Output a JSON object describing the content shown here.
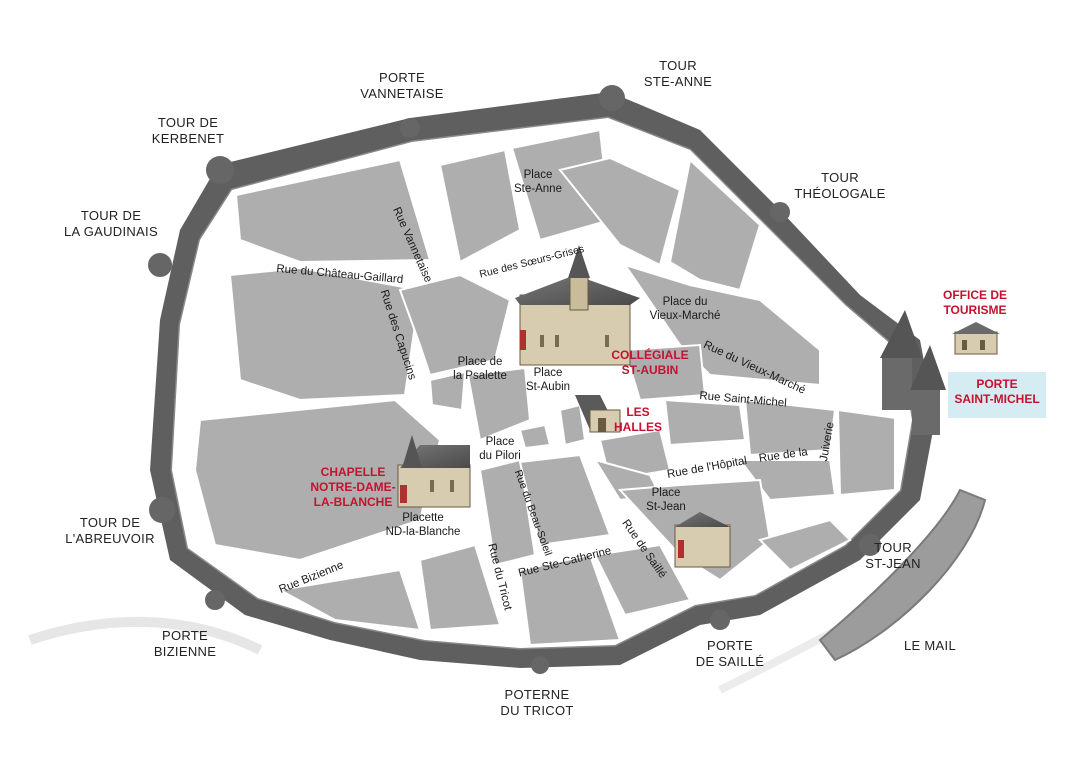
{
  "towers": {
    "porte_vannetaise": [
      "PORTE",
      "VANNETAISE"
    ],
    "tour_ste_anne": [
      "TOUR",
      "STE-ANNE"
    ],
    "tour_kerbenet": [
      "TOUR DE",
      "KERBENET"
    ],
    "tour_theologale": [
      "TOUR",
      "THÉOLOGALE"
    ],
    "tour_gaudinais": [
      "TOUR DE",
      "LA GAUDINAIS"
    ],
    "tour_abreuvoir": [
      "TOUR DE",
      "L'ABREUVOIR"
    ],
    "tour_st_jean": [
      "TOUR",
      "ST-JEAN"
    ],
    "porte_bizienne": [
      "PORTE",
      "BIZIENNE"
    ],
    "porte_saille": [
      "PORTE",
      "DE SAILLÉ"
    ],
    "poterne_tricot": [
      "POTERNE",
      "DU TRICOT"
    ],
    "le_mail": "LE MAIL"
  },
  "pois": {
    "office_tourisme": [
      "OFFICE DE",
      "TOURISME"
    ],
    "porte_saint_michel": [
      "PORTE",
      "SAINT-MICHEL"
    ],
    "collegiale": [
      "COLLÉGIALE",
      "ST-AUBIN"
    ],
    "halles": [
      "LES",
      "HALLES"
    ],
    "chapelle": [
      "CHAPELLE",
      "NOTRE-DAME-",
      "LA-BLANCHE"
    ]
  },
  "places": {
    "ste_anne": [
      "Place",
      "Ste-Anne"
    ],
    "vieux_marche": [
      "Place du",
      "Vieux-Marché"
    ],
    "psalette": [
      "Place de",
      "la Psalette"
    ],
    "st_aubin": [
      "Place",
      "St-Aubin"
    ],
    "pilori": [
      "Place",
      "du Pilori"
    ],
    "st_jean": [
      "Place",
      "St-Jean"
    ],
    "nd_blanche": [
      "Placette",
      "ND-la-Blanche"
    ]
  },
  "streets": {
    "vannetaise": "Rue Vannetaise",
    "soeurs_grises": "Rue des Sœurs-Grises",
    "chateau_gaillard": "Rue du Château-Gaillard",
    "capucins": "Rue des Capucins",
    "vieux_marche": "Rue du Vieux-Marché",
    "saint_michel": "Rue Saint-Michel",
    "juiverie": "Juiverie",
    "rue_de_la": "Rue de la",
    "hopital": "Rue de l'Hôpital",
    "beau_soleil": "Rue du Beau-Soleil",
    "ste_catherine": "Rue Ste-Catherine",
    "saille": "Rue de Saillé",
    "tricot": "Rue du Tricot",
    "bizienne": "Rue Bizienne"
  },
  "colors": {
    "wall": "#5f5f5f",
    "wall_top": "#8a8a8a",
    "street": "#ffffff",
    "block": "#aeaeae",
    "poi": "#c4122f",
    "porte_box": "#d4ecf2"
  }
}
